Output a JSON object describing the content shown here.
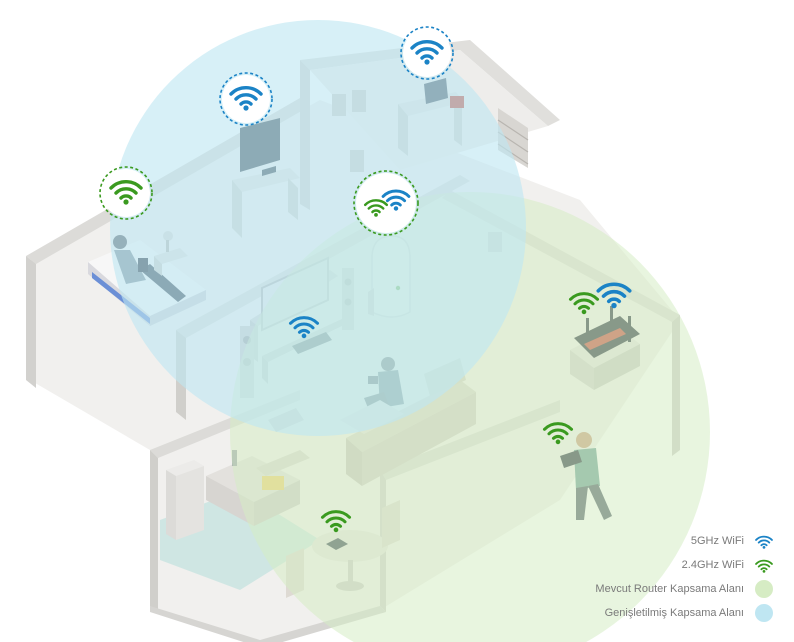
{
  "colors": {
    "wifi_5ghz": "#1b83c6",
    "wifi_24ghz": "#3a9a1f",
    "router_coverage": "#d6ecc4",
    "extended_coverage": "#bfe6f2",
    "wall": "#e9e8e6",
    "wall_side": "#d6d5d2",
    "floor": "#f1f0ee"
  },
  "icons": {
    "wifi_5ghz": "wifi-5ghz-icon",
    "wifi_24ghz": "wifi-24ghz-icon"
  },
  "legend": [
    {
      "label": "5GHz WiFi",
      "type": "wifi",
      "color": "#1b83c6"
    },
    {
      "label": "2.4GHz WiFi",
      "type": "wifi",
      "color": "#3a9a1f"
    },
    {
      "label": "Mevcut Router Kapsama Alanı",
      "type": "dot",
      "color": "#d6ecc4"
    },
    {
      "label": "Genişletilmiş Kapsama Alanı",
      "type": "dot",
      "color": "#bfe6f2"
    }
  ]
}
